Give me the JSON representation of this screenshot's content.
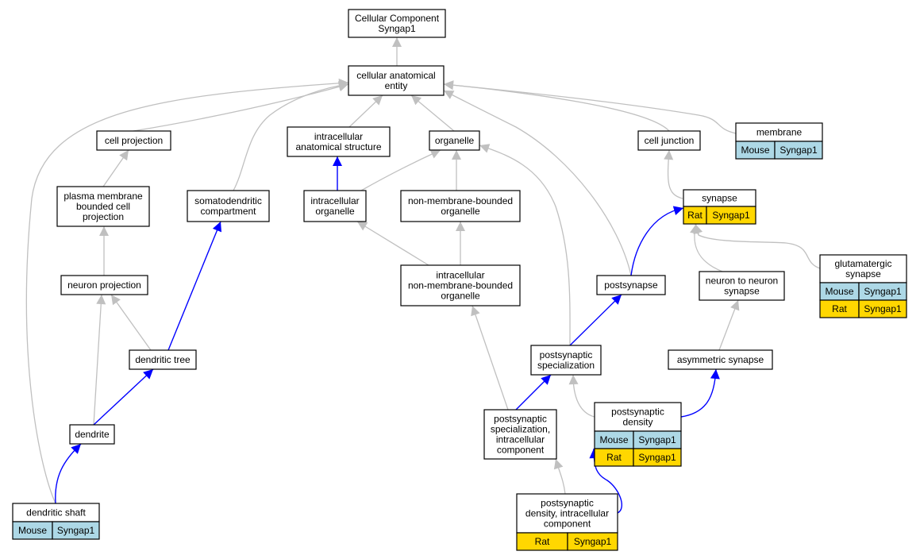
{
  "colors": {
    "is_a_edge": "#c0c0c0",
    "part_of_edge": "#0000ff",
    "mouse": "#add8e6",
    "rat": "#ffd700"
  },
  "nodes": {
    "root": [
      "Cellular Component",
      "Syngap1"
    ],
    "cae": [
      "cellular anatomical",
      "entity"
    ],
    "cell_projection": [
      "cell projection"
    ],
    "intracellular_structure": [
      "intracellular",
      "anatomical structure"
    ],
    "organelle": [
      "organelle"
    ],
    "cell_junction": [
      "cell junction"
    ],
    "membrane": [
      "membrane"
    ],
    "pmbcp": [
      "plasma membrane",
      "bounded cell",
      "projection"
    ],
    "somatodendritic": [
      "somatodendritic",
      "compartment"
    ],
    "intracellular_organelle": [
      "intracellular",
      "organelle"
    ],
    "nmbo": [
      "non-membrane-bounded",
      "organelle"
    ],
    "synapse": [
      "synapse"
    ],
    "glutamatergic": [
      "glutamatergic",
      "synapse"
    ],
    "neuron_projection": [
      "neuron projection"
    ],
    "inmbo": [
      "intracellular",
      "non-membrane-bounded",
      "organelle"
    ],
    "postsynapse": [
      "postsynapse"
    ],
    "n2n": [
      "neuron to neuron",
      "synapse"
    ],
    "dendritic_tree": [
      "dendritic tree"
    ],
    "ps_spec": [
      "postsynaptic",
      "specialization"
    ],
    "asym": [
      "asymmetric synapse"
    ],
    "psd": [
      "postsynaptic",
      "density"
    ],
    "ps_spec_ic": [
      "postsynaptic",
      "specialization,",
      "intracellular",
      "component"
    ],
    "dendrite": [
      "dendrite"
    ],
    "psd_ic": [
      "postsynaptic",
      "density, intracellular",
      "component"
    ],
    "dendritic_shaft": [
      "dendritic shaft"
    ]
  },
  "annotations": {
    "membrane": [
      [
        "Mouse",
        "Syngap1"
      ]
    ],
    "synapse": [
      [
        "Rat",
        "Syngap1"
      ]
    ],
    "glutamatergic": [
      [
        "Mouse",
        "Syngap1"
      ],
      [
        "Rat",
        "Syngap1"
      ]
    ],
    "psd": [
      [
        "Mouse",
        "Syngap1"
      ],
      [
        "Rat",
        "Syngap1"
      ]
    ],
    "psd_ic": [
      [
        "Rat",
        "Syngap1"
      ]
    ],
    "dendritic_shaft": [
      [
        "Mouse",
        "Syngap1"
      ]
    ]
  }
}
